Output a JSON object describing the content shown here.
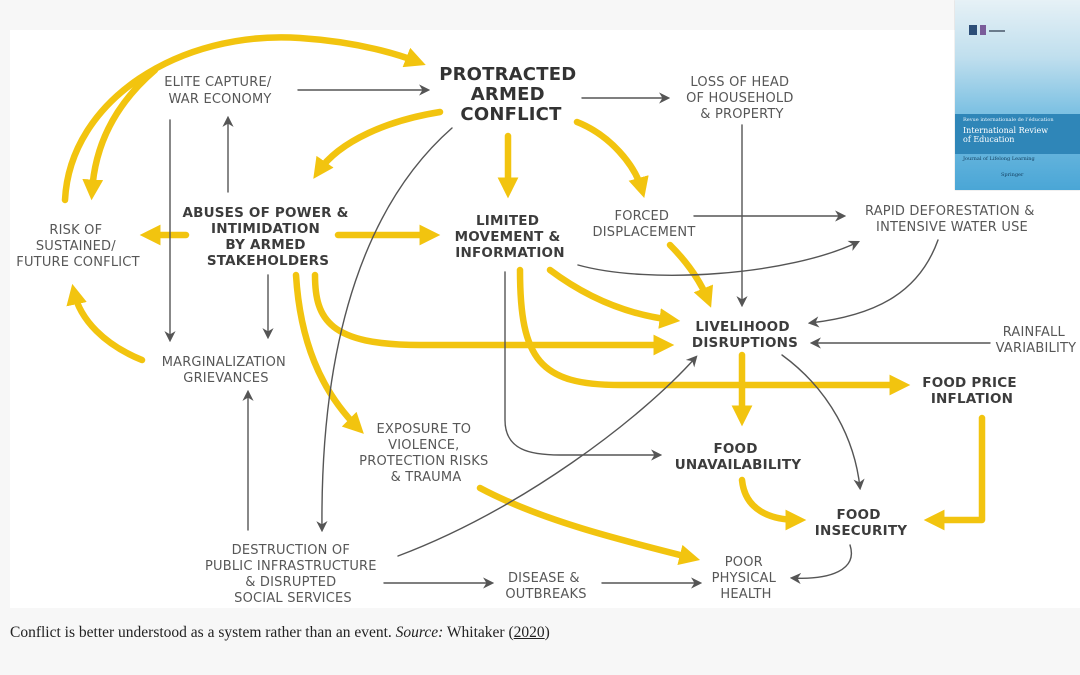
{
  "colors": {
    "yellow_arrow": "#f2c40f",
    "grey_arrow": "#555555",
    "label": "#575757",
    "caption": "#222222",
    "cover_blue": "#2f86b8"
  },
  "nodes": {
    "protracted_conflict": [
      "PROTRACTED",
      "ARMED",
      "CONFLICT"
    ],
    "elite_capture": [
      "ELITE CAPTURE/",
      "WAR ECONOMY"
    ],
    "loss_of_head": [
      "LOSS OF HEAD",
      "OF HOUSEHOLD",
      "& PROPERTY"
    ],
    "abuses_of_power": [
      "ABUSES OF POWER &",
      "INTIMIDATION",
      "BY ARMED",
      "STAKEHOLDERS"
    ],
    "limited_movement": [
      "LIMITED",
      "MOVEMENT &",
      "INFORMATION"
    ],
    "forced_displacement": [
      "FORCED",
      "DISPLACEMENT"
    ],
    "deforestation": [
      "RAPID DEFORESTATION &",
      "INTENSIVE WATER USE"
    ],
    "risk_of_conflict": [
      "RISK OF",
      "SUSTAINED/",
      "FUTURE CONFLICT"
    ],
    "livelihood": [
      "LIVELIHOOD",
      "DISRUPTIONS"
    ],
    "rainfall": [
      "RAINFALL",
      "VARIABILITY"
    ],
    "marginalization": [
      "MARGINALIZATION",
      "GRIEVANCES"
    ],
    "food_price": [
      "FOOD PRICE",
      "INFLATION"
    ],
    "exposure": [
      "EXPOSURE TO",
      "VIOLENCE,",
      "PROTECTION RISKS",
      "& TRAUMA"
    ],
    "food_unavailability": [
      "FOOD",
      "UNAVAILABILITY"
    ],
    "food_insecurity": [
      "FOOD",
      "INSECURITY"
    ],
    "destruction": [
      "DESTRUCTION OF",
      "PUBLIC INFRASTRUCTURE",
      "& DISRUPTED",
      "SOCIAL SERVICES"
    ],
    "disease": [
      "DISEASE &",
      "OUTBREAKS"
    ],
    "poor_health": [
      "POOR",
      "PHYSICAL",
      "HEALTH"
    ]
  },
  "journal_cover": {
    "subtitle": "Revue internationale de l’éducation",
    "title_line1": "International Review",
    "title_line2": "of Education",
    "journal": "Journal of Lifelong Learning",
    "publisher": "Springer"
  },
  "caption": {
    "text": "Conflict is better understood as a system rather than an event.",
    "source_label": "Source:",
    "author": "Whitaker",
    "year": "2020"
  }
}
